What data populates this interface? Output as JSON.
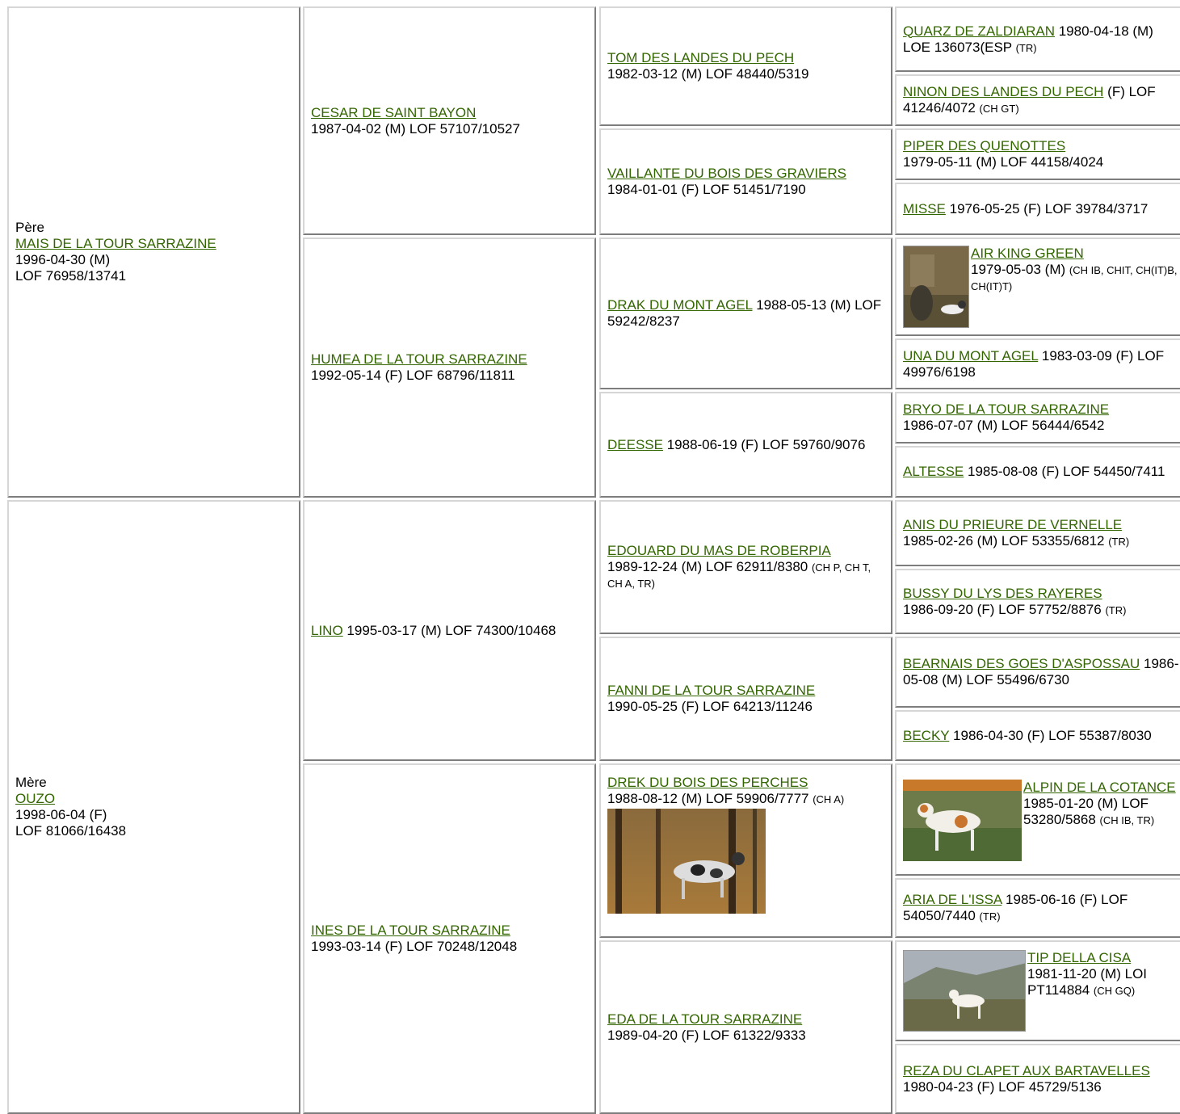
{
  "pere": {
    "label": "Père",
    "name": "MAIS DE LA TOUR SARRAZINE",
    "line1": "1996-04-30 (M)",
    "line2": "LOF 76958/13741"
  },
  "mere": {
    "label": "Mère",
    "name": "OUZO",
    "line1": "1998-06-04 (F)",
    "line2": "LOF 81066/16438"
  },
  "gen2": [
    {
      "name": "CESAR DE SAINT BAYON",
      "info": "1987-04-02 (M) LOF 57107/10527"
    },
    {
      "name": "HUMEA DE LA TOUR SARRAZINE",
      "info": "1992-05-14 (F) LOF 68796/11811"
    },
    {
      "name": "LINO",
      "info": " 1995-03-17 (M) LOF 74300/10468"
    },
    {
      "name": "INES DE LA TOUR SARRAZINE",
      "info": "1993-03-14 (F) LOF 70248/12048"
    }
  ],
  "gen3": [
    {
      "name": "TOM DES LANDES DU PECH",
      "info": "1982-03-12 (M) LOF 48440/5319",
      "titles": ""
    },
    {
      "name": "VAILLANTE DU BOIS DES GRAVIERS",
      "info": " 1984-01-01 (F) LOF 51451/7190",
      "titles": ""
    },
    {
      "name": "DRAK DU MONT AGEL",
      "info": " 1988-05-13 (M) LOF 59242/8237",
      "titles": ""
    },
    {
      "name": "DEESSE",
      "info": " 1988-06-19 (F) LOF 59760/9076",
      "titles": ""
    },
    {
      "name": "EDOUARD DU MAS DE ROBERPIA",
      "info": "1989-12-24 (M) LOF 62911/8380 ",
      "titles": "(CH P, CH T, CH A, TR)"
    },
    {
      "name": "FANNI DE LA TOUR SARRAZINE",
      "info": "1990-05-25 (F) LOF 64213/11246",
      "titles": ""
    },
    {
      "name": "DREK DU BOIS DES PERCHES",
      "info": "1988-08-12 (M) LOF 59906/7777 ",
      "titles": "(CH A)"
    },
    {
      "name": "EDA DE LA TOUR SARRAZINE",
      "info": "1989-04-20 (F) LOF 61322/9333",
      "titles": ""
    }
  ],
  "gen4": [
    {
      "name": "QUARZ DE ZALDIARAN",
      "info": " 1980-04-18 (M) LOE 136073(ESP ",
      "titles": "(TR)"
    },
    {
      "name": "NINON DES LANDES DU PECH",
      "info": " (F) LOF 41246/4072 ",
      "titles": "(CH GT)"
    },
    {
      "name": "PIPER DES QUENOTTES",
      "info": "1979-05-11 (M) LOF 44158/4024",
      "titles": ""
    },
    {
      "name": "MISSE",
      "info": " 1976-05-25 (F) LOF 39784/3717",
      "titles": ""
    },
    {
      "name": "AIR KING GREEN",
      "info": "1979-05-03 (M) ",
      "titles": "(CH IB, CHIT, CH(IT)B, CH(IT)T)"
    },
    {
      "name": "UNA DU MONT AGEL",
      "info": " 1983-03-09 (F) LOF 49976/6198",
      "titles": ""
    },
    {
      "name": "BRYO DE LA TOUR SARRAZINE",
      "info": "1986-07-07 (M) LOF 56444/6542",
      "titles": ""
    },
    {
      "name": "ALTESSE",
      "info": " 1985-08-08 (F) LOF 54450/7411",
      "titles": ""
    },
    {
      "name": "ANIS DU PRIEURE DE VERNELLE",
      "info": "1985-02-26 (M) LOF 53355/6812 ",
      "titles": "(TR)"
    },
    {
      "name": "BUSSY DU LYS DES RAYERES",
      "info": "1986-09-20 (F) LOF 57752/8876 ",
      "titles": "(TR)"
    },
    {
      "name": "BEARNAIS DES GOES D'ASPOSSAU",
      "info": " 1986-05-08 (M) LOF 55496/6730",
      "titles": ""
    },
    {
      "name": "BECKY",
      "info": " 1986-04-30 (F) LOF 55387/8030",
      "titles": ""
    },
    {
      "name": "ALPIN DE LA COTANCE",
      "info": "1985-01-20 (M) LOF 53280/5868 ",
      "titles": "(CH IB, TR)"
    },
    {
      "name": "ARIA DE L'ISSA",
      "info": " 1985-06-16 (F) LOF 54050/7440 ",
      "titles": "(TR)"
    },
    {
      "name": "TIP DELLA CISA",
      "info": "1981-11-20 (M) LOI PT114884 ",
      "titles": "(CH GQ)"
    },
    {
      "name": "REZA DU CLAPET AUX BARTAVELLES",
      "info": " 1980-04-23 (F) LOF 45729/5136",
      "titles": ""
    }
  ]
}
